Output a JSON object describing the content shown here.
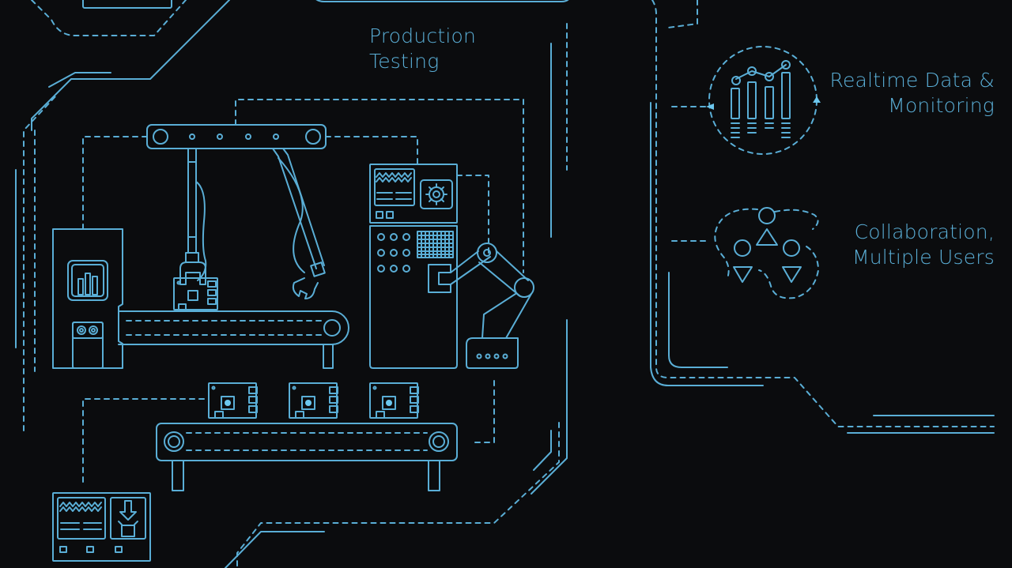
{
  "labels": {
    "production_testing": [
      "Production",
      "Testing"
    ],
    "realtime_monitoring": [
      "Realtime Data &",
      "Monitoring"
    ],
    "collaboration": [
      "Collaboration,",
      "Multiple Users"
    ]
  },
  "colors": {
    "background": "#0b0c0e",
    "line": "#5aaed6",
    "accent": "#6cc7ee"
  },
  "icons": [
    "bar-chart-icon",
    "gear-icon",
    "download-arrow-icon",
    "line-graph-icon",
    "users-network-icon",
    "robot-gripper-icon",
    "robot-arm-icon",
    "circuit-board-icon"
  ]
}
